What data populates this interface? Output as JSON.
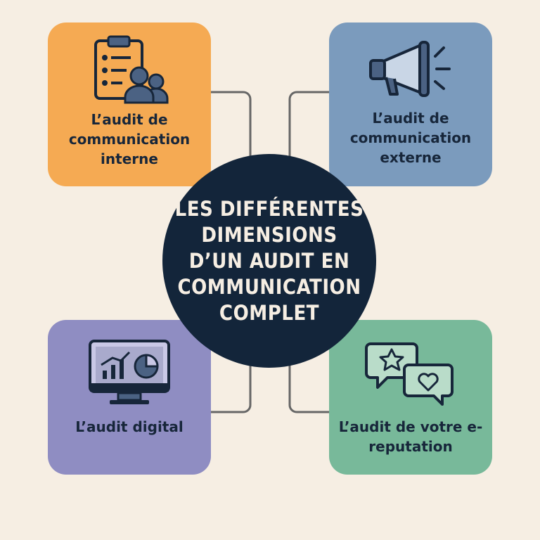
{
  "center": {
    "title": "LES DIFFÉRENTES DIMENSIONS D’UN AUDIT EN COMMUNICATION COMPLET"
  },
  "nodes": [
    {
      "label": "L’audit de communication interne",
      "icon": "clipboard-team-icon",
      "color": "#f5aa53"
    },
    {
      "label": "L’audit de communication externe",
      "icon": "megaphone-icon",
      "color": "#7b9bbd"
    },
    {
      "label": "L’audit digital",
      "icon": "monitor-analytics-icon",
      "color": "#8f8dc2"
    },
    {
      "label": "L’audit de votre e-reputation",
      "icon": "review-bubbles-icon",
      "color": "#78b99a"
    }
  ]
}
